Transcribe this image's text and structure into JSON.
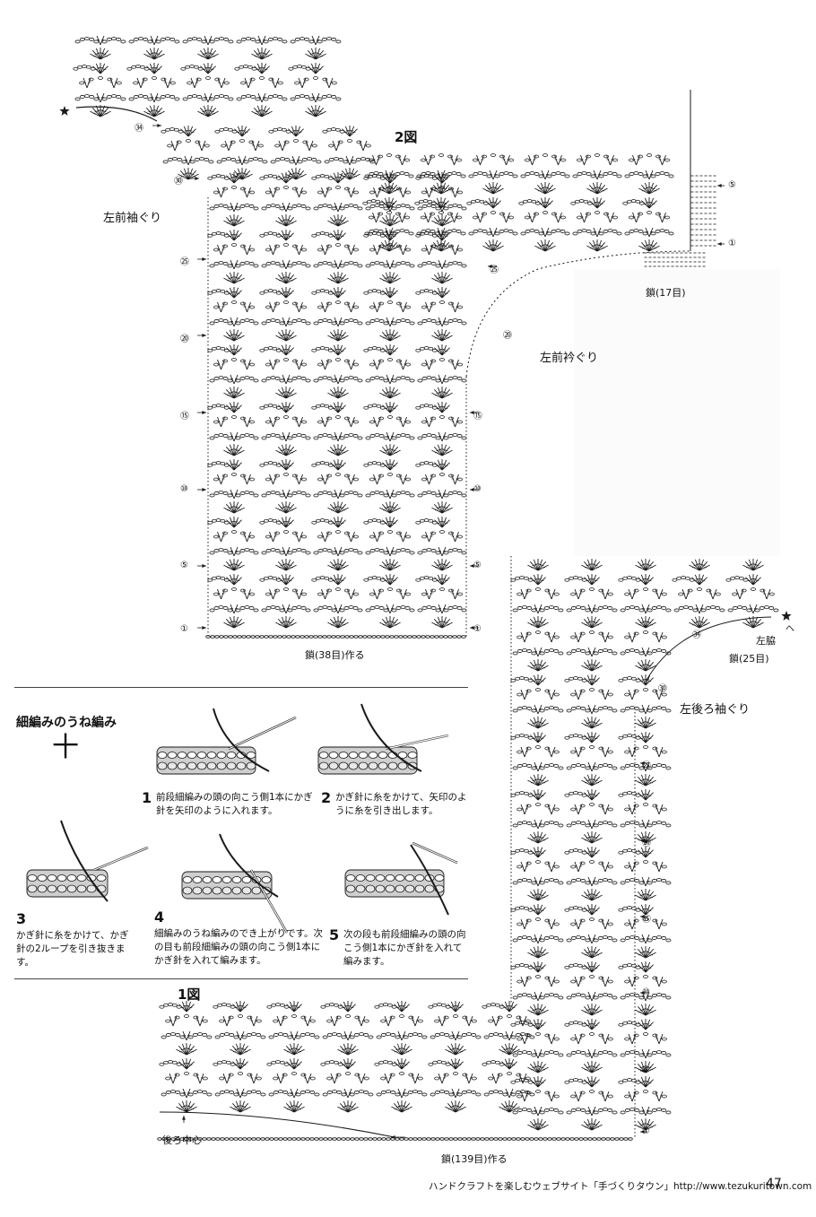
{
  "diagram2": {
    "title": "2図",
    "armhole_label": "左前袖ぐり",
    "neck_label": "左前衿ぐり",
    "chain_start": "鎖(38目)作る",
    "neck_chain": "鎖(17目)",
    "left_rows": [
      "㉞",
      "㉚",
      "㉕",
      "⑳",
      "⑮",
      "⑩",
      "⑤",
      "①"
    ],
    "right_rows": [
      "⑤",
      "①",
      "㉕",
      "⑳",
      "⑮",
      "⑩",
      "⑤",
      "①"
    ]
  },
  "diagram1": {
    "title": "1図",
    "armhole_label": "左後ろ袖ぐり",
    "side_label": "左脇",
    "chain_side": "鎖(25目)",
    "chain_start": "鎖(139目)作る",
    "back_center": "後ろ中心",
    "left_rows": [
      "㉞",
      "㉚"
    ],
    "right_rows": [
      "㉕",
      "⑳",
      "⑮",
      "⑩",
      "⑤",
      "①"
    ],
    "star_note": "へ"
  },
  "technique": {
    "title": "細編みのうね編み",
    "symbol": "十",
    "steps": [
      {
        "num": "1",
        "text": "前段細編みの頭の向こう側1本にかぎ針を矢印のように入れます。"
      },
      {
        "num": "2",
        "text": "かぎ針に糸をかけて、矢印のように糸を引き出します。"
      },
      {
        "num": "3",
        "text": "かぎ針に糸をかけて、かぎ針の2ループを引き抜きます。"
      },
      {
        "num": "4",
        "text": "細編みのうね編みのでき上がりです。次の目も前段細編みの頭の向こう側1本にかぎ針を入れて編みます。"
      },
      {
        "num": "5",
        "text": "次の段も前段細編みの頭の向こう側1本にかぎ針を入れて編みます。"
      }
    ]
  },
  "footer": {
    "text": "ハンドクラフトを楽しむウェブサイト「手づくりタウン」http://www.tezukuritown.com",
    "page": "47"
  },
  "colors": {
    "ink": "#1a1a1a",
    "gray": "#9a9a9a"
  }
}
